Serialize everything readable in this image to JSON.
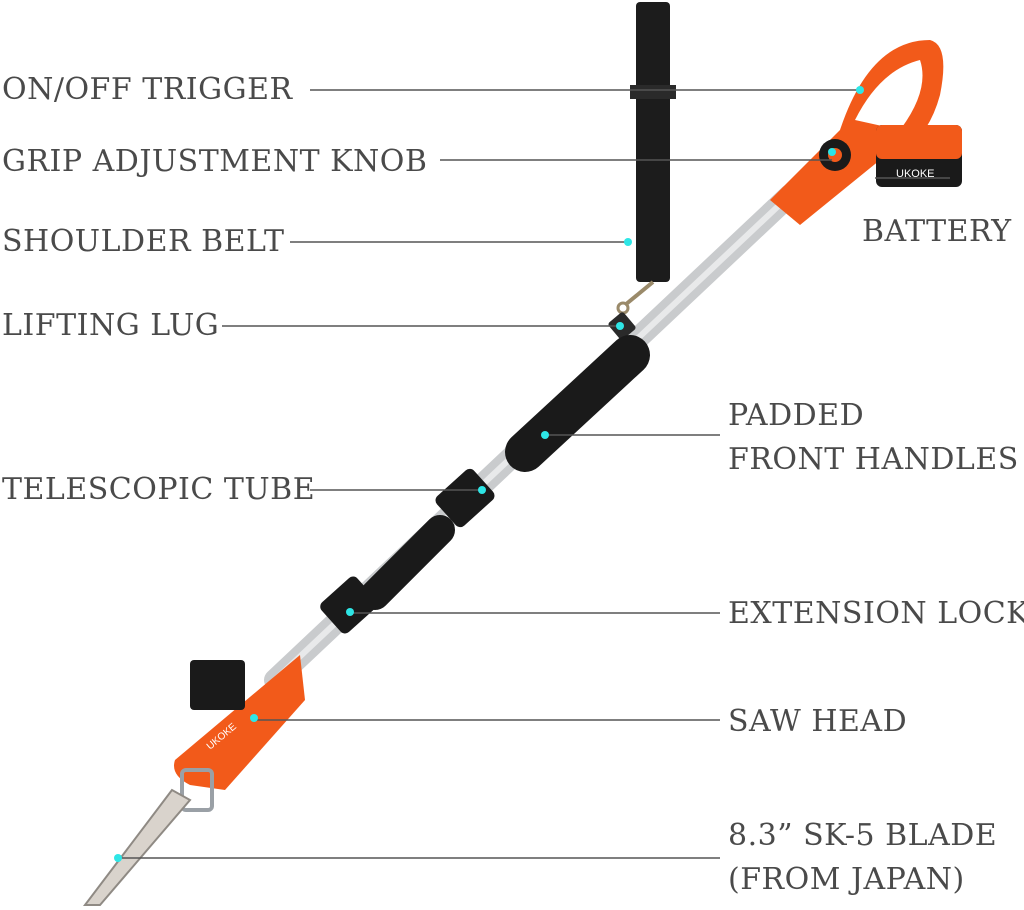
{
  "colors": {
    "accent_orange": "#f25a1a",
    "handle_black": "#1a1a1a",
    "tube_silver": "#c9cbcd",
    "leader_line": "#555555",
    "marker_dot": "#2ee6e6",
    "label_text": "#4a4a4a"
  },
  "brand_mark": "UKOKE",
  "labels": {
    "on_off_trigger": "ON/OFF TRIGGER",
    "grip_adjustment_knob": "GRIP ADJUSTMENT KNOB",
    "shoulder_belt": "SHOULDER BELT",
    "lifting_lug": "LIFTING LUG",
    "telescopic_tube": "TELESCOPIC TUBE",
    "battery": "BATTERY",
    "padded_front_handles_line1": "PADDED",
    "padded_front_handles_line2": "FRONT HANDLES",
    "extension_lock": "EXTENSION LOCK",
    "saw_head": "SAW HEAD",
    "blade_line1": "8.3” SK-5 BLADE",
    "blade_line2": "(FROM JAPAN)"
  }
}
